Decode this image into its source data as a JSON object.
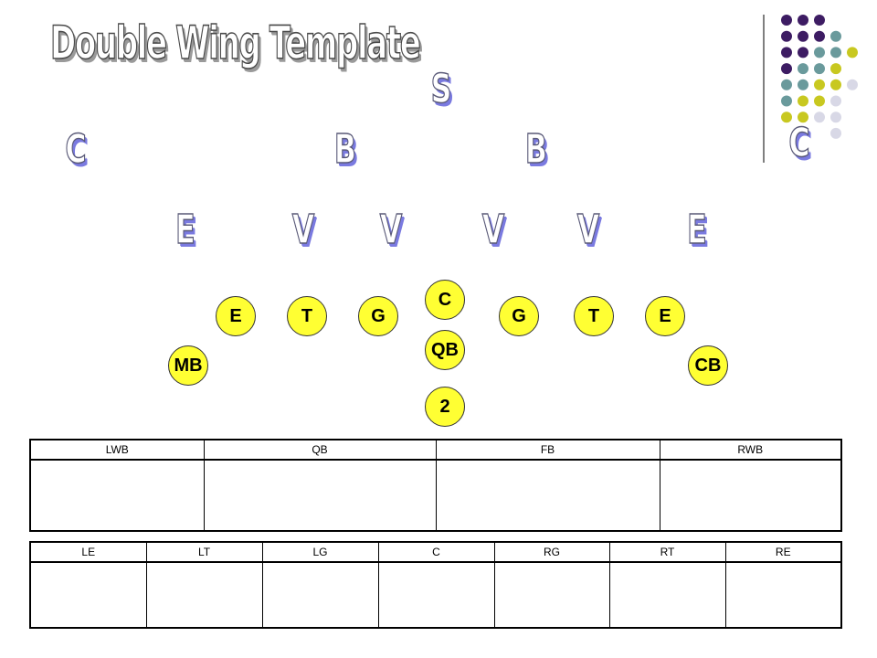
{
  "title": "Double Wing Template",
  "defense": {
    "safety": "S",
    "corners": [
      "C",
      "C"
    ],
    "backers": [
      "B",
      "B"
    ],
    "line": [
      "E",
      "V",
      "V",
      "V",
      "V",
      "E"
    ]
  },
  "offense": {
    "center": "C",
    "line": [
      "E",
      "T",
      "G",
      "G",
      "T",
      "E"
    ],
    "quarterback": "QB",
    "left_back": "MB",
    "right_back": "CB",
    "deep_back": "2"
  },
  "backfield_table": {
    "headers": [
      "LWB",
      "QB",
      "FB",
      "RWB"
    ]
  },
  "line_table": {
    "headers": [
      "LE",
      "LT",
      "LG",
      "C",
      "RG",
      "RT",
      "RE"
    ]
  },
  "colors": {
    "purple": "#3d1c63",
    "teal": "#6a9a9c",
    "olive": "#c8c820",
    "lavender": "#d8d8e6",
    "player_fill": "#ffff33",
    "defense_shadow": "#7a7ae0"
  }
}
